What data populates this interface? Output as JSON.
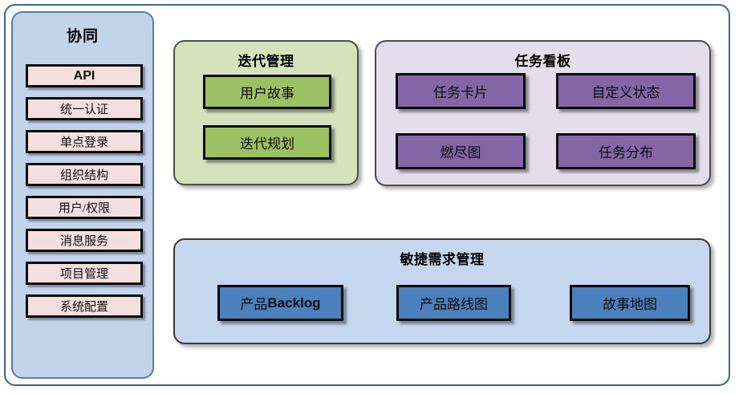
{
  "diagram": {
    "sidebar": {
      "title": "协同",
      "items": [
        {
          "label": "API",
          "style": "bold"
        },
        {
          "label": "统一认证",
          "style": "normal"
        },
        {
          "label": "单点登录",
          "style": "normal"
        },
        {
          "label": "组织结构",
          "style": "normal"
        },
        {
          "label": "用户/权限",
          "style": "normal"
        },
        {
          "label": "消息服务",
          "style": "normal"
        },
        {
          "label": "项目管理",
          "style": "normal"
        },
        {
          "label": "系统配置",
          "style": "normal"
        }
      ]
    },
    "panels": {
      "iteration": {
        "title": "迭代管理",
        "nodes": [
          {
            "label": "用户故事"
          },
          {
            "label": "迭代规划"
          }
        ]
      },
      "taskboard": {
        "title": "任务看板",
        "nodes": [
          {
            "label": "任务卡片"
          },
          {
            "label": "自定义状态"
          },
          {
            "label": "燃尽图"
          },
          {
            "label": "任务分布"
          }
        ]
      },
      "agile": {
        "title": "敏捷需求管理",
        "nodes": [
          {
            "label_prefix": "产品",
            "label_bold": "Backlog"
          },
          {
            "label": "产品路线图"
          },
          {
            "label": "故事地图"
          }
        ]
      }
    },
    "colors": {
      "outer_frame_border": "#3f6591",
      "sidebar_fill": "#c3d3ea",
      "sidebar_border": "#5a7ca6",
      "sidebar_item_fill": "#f3dfe0",
      "iteration_panel_fill": "#d5e3bd",
      "iteration_node_fill": "#9cc162",
      "taskboard_panel_fill": "#e4ddeb",
      "taskboard_node_fill": "#8465a5",
      "agile_panel_fill": "#c5d7ef",
      "agile_node_fill": "#4b80bd",
      "node_border": "#0b0b0b"
    }
  }
}
